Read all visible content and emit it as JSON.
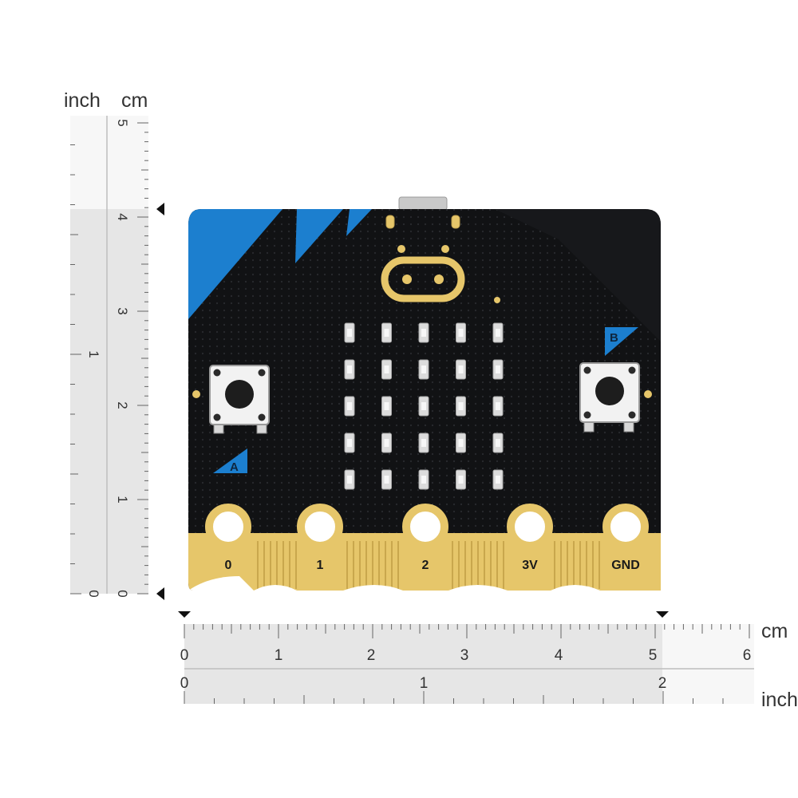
{
  "vertical_ruler": {
    "inch_label": "inch",
    "cm_label": "cm",
    "cm_ticks": [
      "0",
      "1",
      "2",
      "3",
      "4",
      "5"
    ],
    "inch_ticks": [
      "0",
      "1"
    ]
  },
  "horizontal_ruler": {
    "cm_label": "cm",
    "inch_label": "inch",
    "cm_ticks": [
      "0",
      "1",
      "2",
      "3",
      "4",
      "5",
      "6"
    ],
    "inch_ticks": [
      "0",
      "1",
      "2"
    ]
  },
  "board": {
    "button_a_label": "A",
    "button_b_label": "B",
    "pins": [
      "0",
      "1",
      "2",
      "3V",
      "GND"
    ]
  },
  "colors": {
    "pcb": "#111214",
    "accent_blue": "#1c7fcf",
    "gold": "#e6c66a",
    "led": "#d9d9d9",
    "ruler_band": "#e6e6e6"
  }
}
